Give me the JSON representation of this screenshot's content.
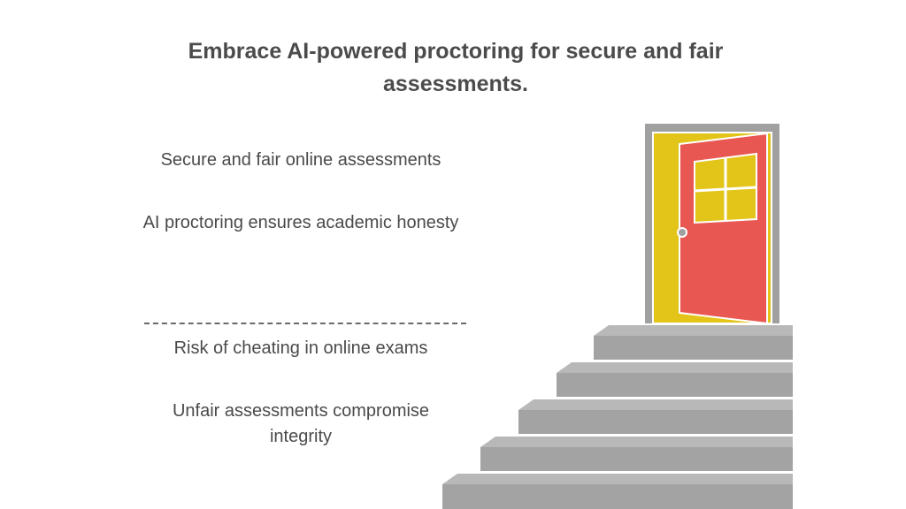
{
  "title": "Embrace AI-powered proctoring for secure and fair assessments.",
  "positives": [
    "Secure and fair online assessments",
    "AI proctoring ensures academic honesty"
  ],
  "negatives": [
    "Risk of cheating in online exams",
    "Unfair assessments compromise integrity"
  ],
  "colors": {
    "door_frame": "#a0a0a0",
    "door_opening": "#e3c51a",
    "door_panel": "#e85752",
    "window": "#e3c51a",
    "stairs": "#a3a3a3",
    "text": "#4a4a4a"
  },
  "icons": [
    "open-door-icon",
    "staircase-icon"
  ]
}
